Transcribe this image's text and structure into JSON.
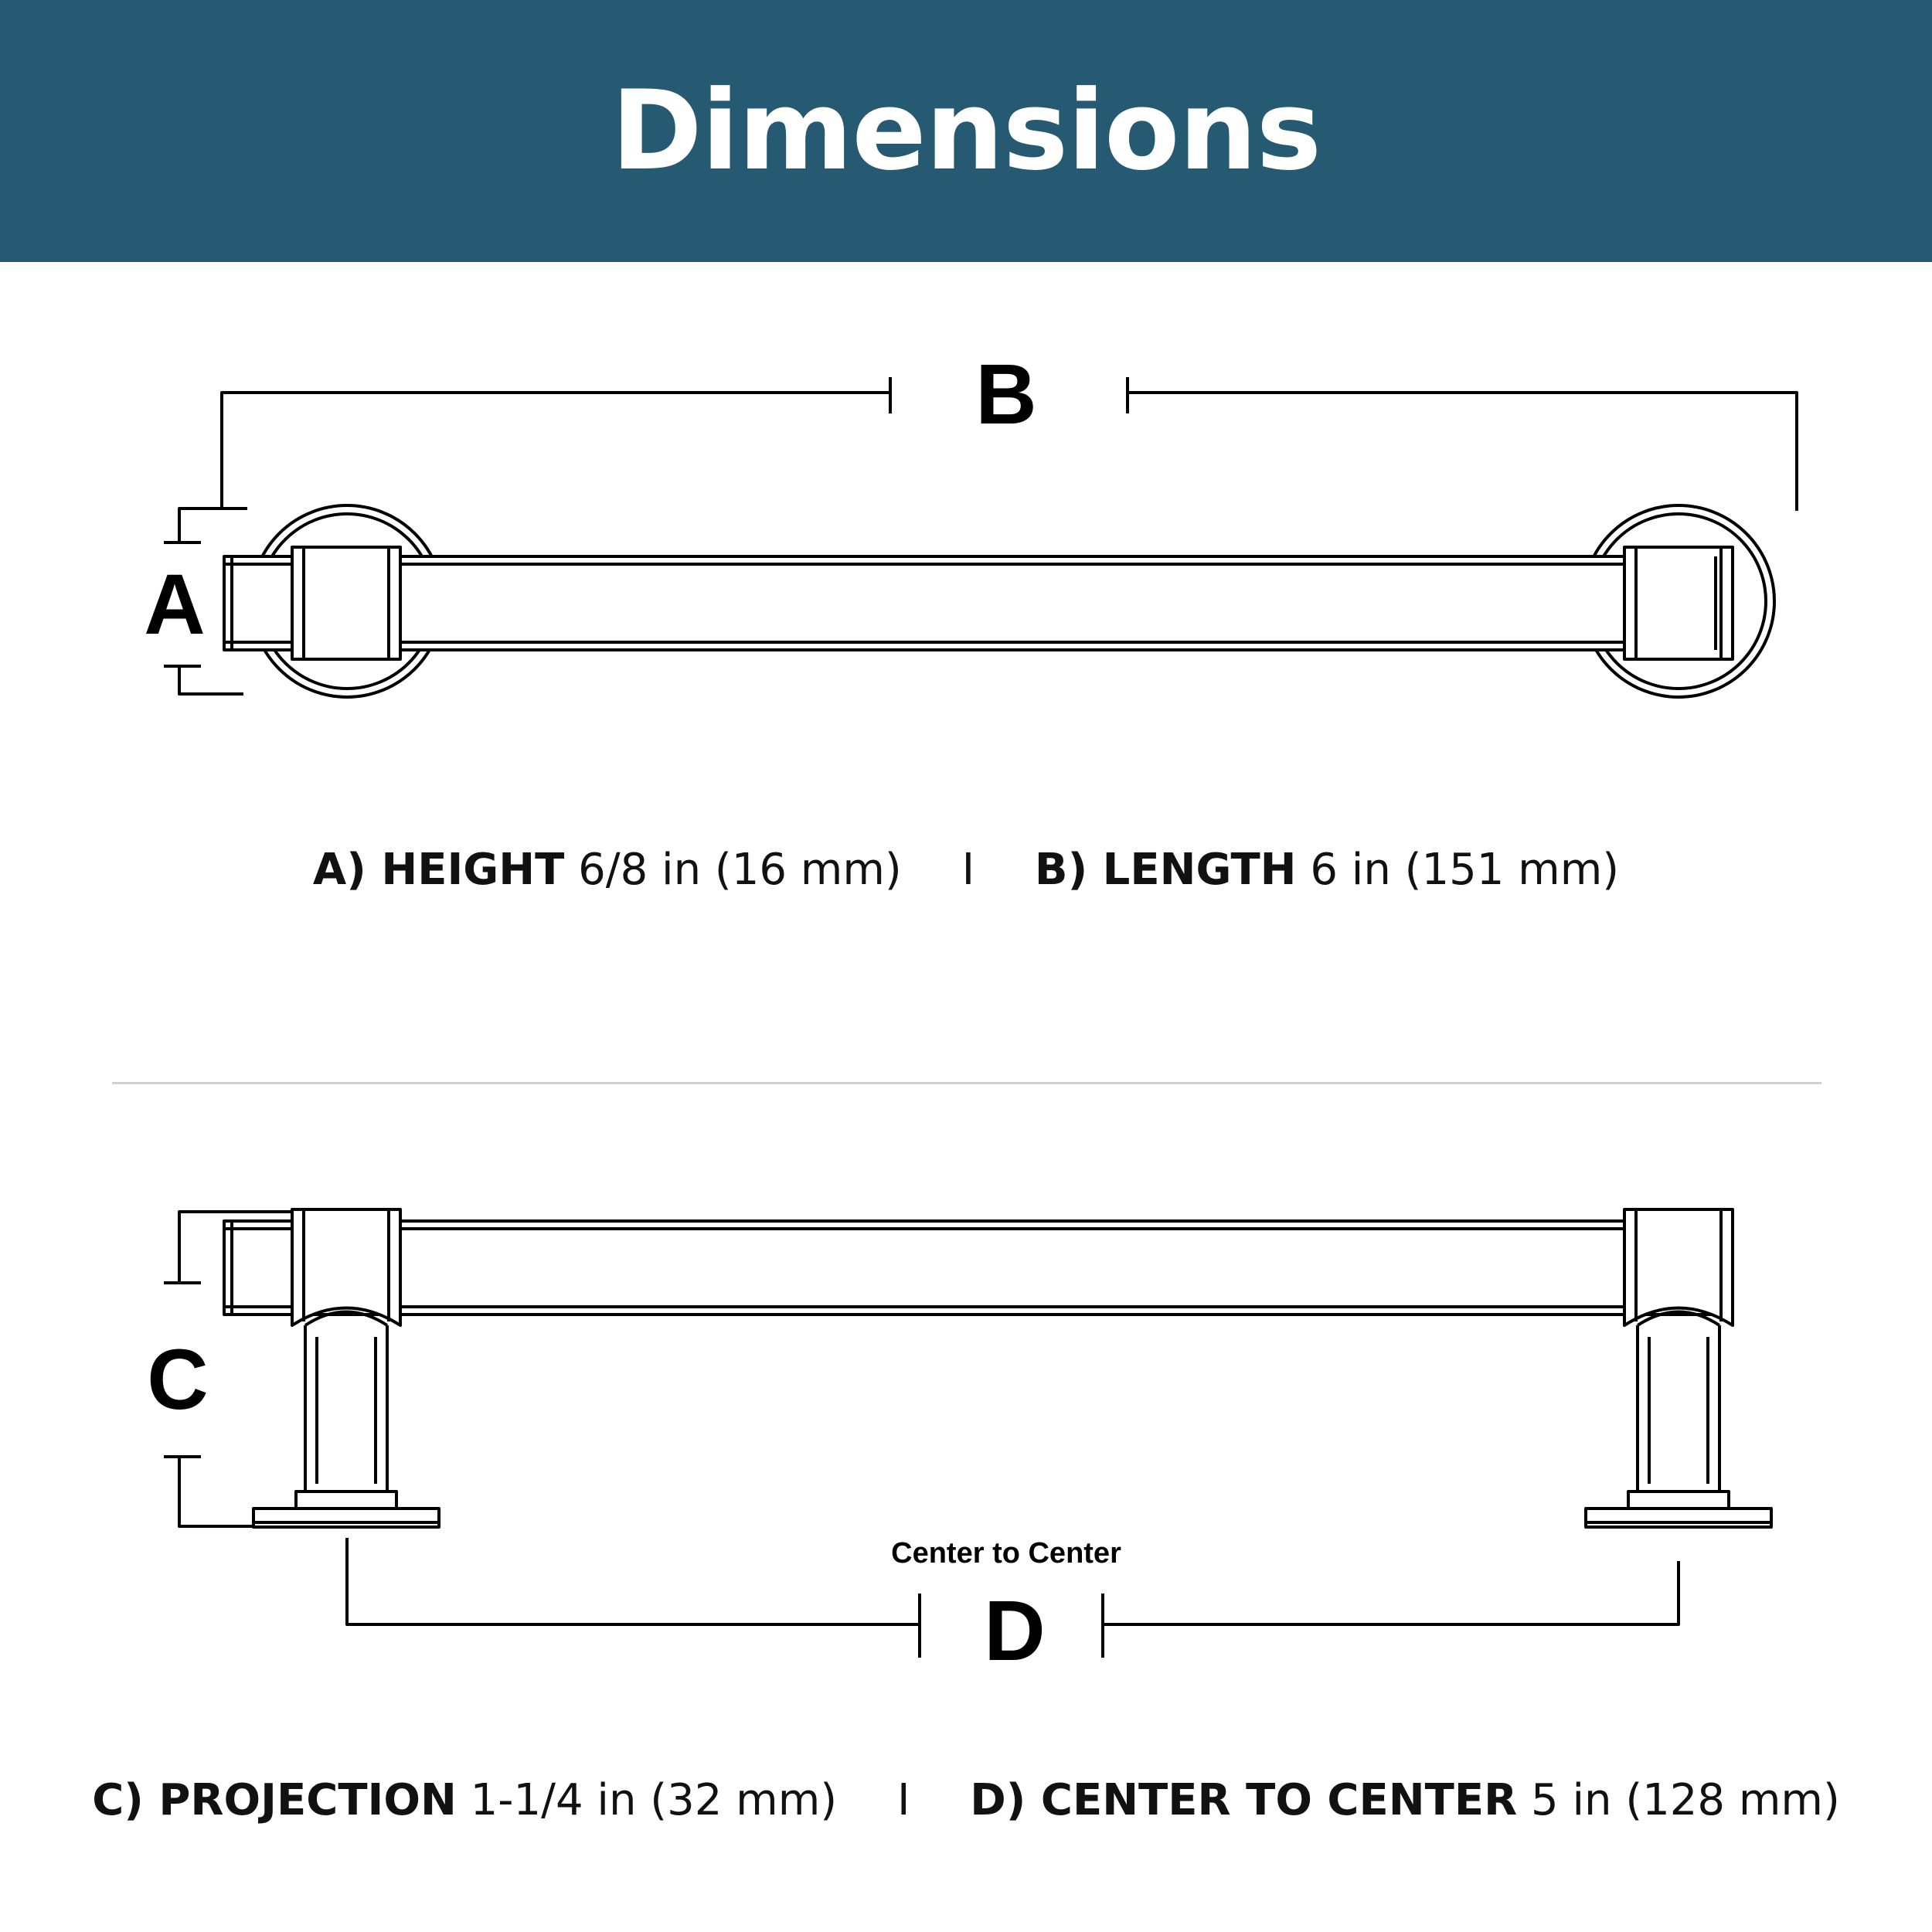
{
  "header": {
    "title": "Dimensions"
  },
  "colors": {
    "header_bg": "#265a73",
    "header_text": "#ffffff",
    "line": "#000000",
    "divider": "#d0d0d0"
  },
  "top_view": {
    "label_a": "A",
    "label_b": "B"
  },
  "side_view": {
    "label_c": "C",
    "label_d": "D",
    "center_caption": "Center to Center"
  },
  "spec_top": {
    "a_label": "A) HEIGHT",
    "a_value": "6/8 in (16 mm)",
    "separator": "I",
    "b_label": "B) LENGTH",
    "b_value": "6 in (151 mm)"
  },
  "spec_bottom": {
    "c_label": "C) PROJECTION",
    "c_value": "1-1/4 in (32 mm)",
    "separator": "I",
    "d_label": "D) CENTER TO CENTER",
    "d_value": "5 in (128 mm)"
  }
}
